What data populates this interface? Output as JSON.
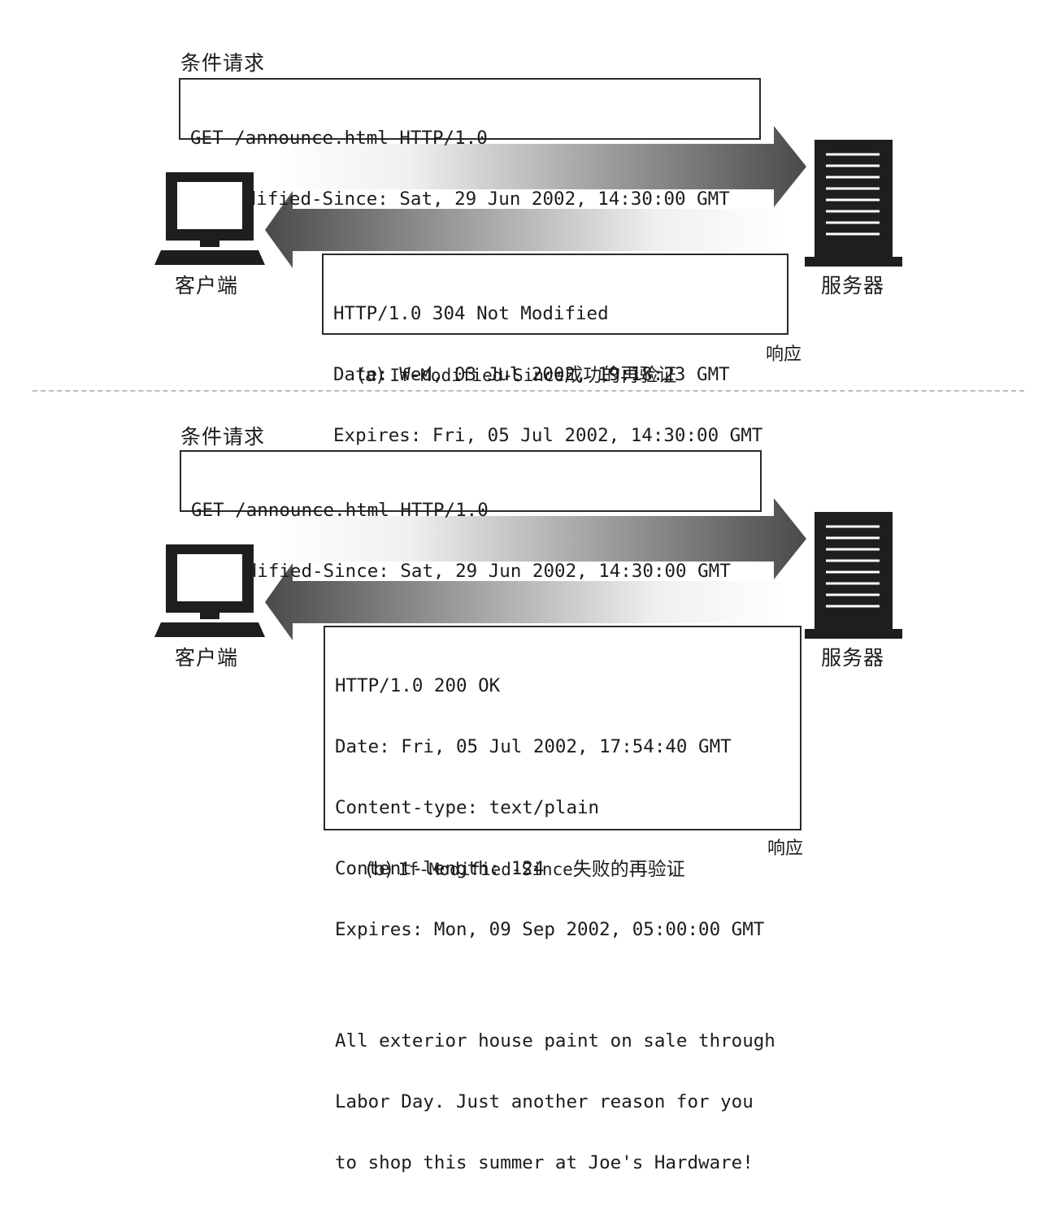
{
  "panel_a": {
    "request_label": "条件请求",
    "request_lines": [
      "GET /announce.html HTTP/1.0",
      "If-Modified-Since: Sat, 29 Jun 2002, 14:30:00 GMT"
    ],
    "response_lines": [
      "HTTP/1.0 304 Not Modified",
      "Date: Wed, 03 Jul 2002, 19:18:23 GMT",
      "Expires: Fri, 05 Jul 2002, 14:30:00 GMT"
    ],
    "response_tag": "响应",
    "client_label": "客户端",
    "server_label": "服务器",
    "caption_prefix": "(a) ",
    "caption_mono": "If-Modified-Since",
    "caption_suffix": "成功的再验证"
  },
  "panel_b": {
    "request_label": "条件请求",
    "request_lines": [
      "GET /announce.html HTTP/1.0",
      "If-Modified-Since: Sat, 29 Jun 2002, 14:30:00 GMT"
    ],
    "response_header_lines": [
      "HTTP/1.0 200 OK",
      "Date: Fri, 05 Jul 2002, 17:54:40 GMT",
      "Content-type: text/plain",
      "Content-length: 124",
      "Expires: Mon, 09 Sep 2002, 05:00:00 GMT"
    ],
    "response_body_lines": [
      "All exterior house paint on sale through",
      "Labor Day. Just another reason for you",
      "to shop this summer at Joe's Hardware!"
    ],
    "response_tag": "响应",
    "client_label": "客户端",
    "server_label": "服务器",
    "caption_prefix": "(b) ",
    "caption_mono": "If-Modified-Since",
    "caption_suffix": "失败的再验证"
  },
  "icons": {
    "client": "computer-icon",
    "server": "server-icon"
  },
  "colors": {
    "arrow_dark": "#4a4a4a",
    "arrow_light": "#f4f4f4",
    "icon": "#1e1e1e"
  }
}
